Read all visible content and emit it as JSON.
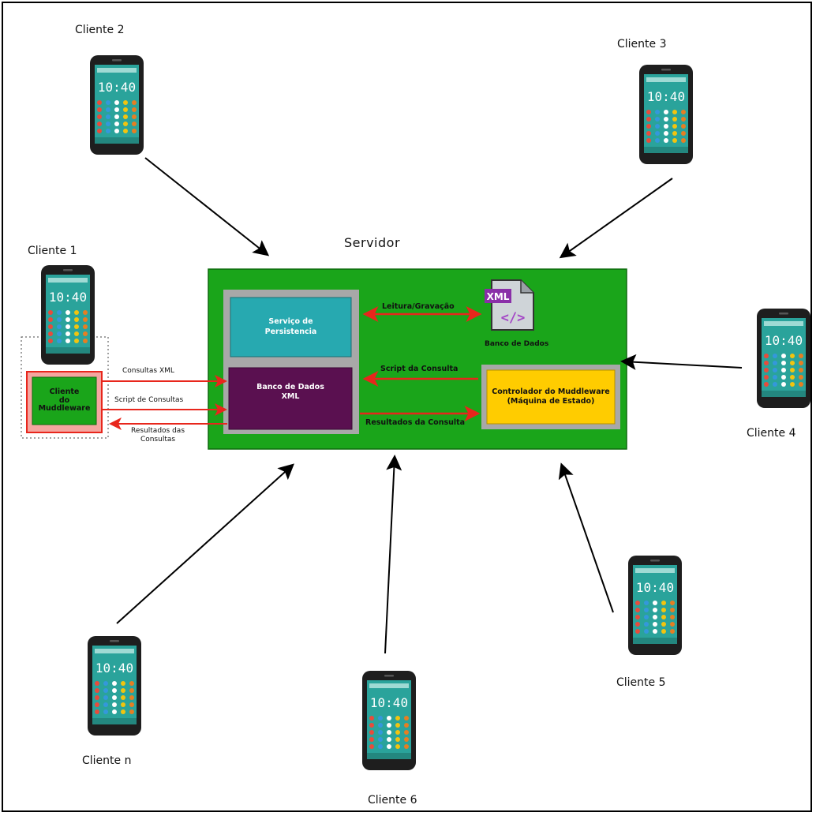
{
  "server": {
    "title": "Servidor",
    "persistence_label": "Serviço de Persistência",
    "persistence_line1": "Serviço de",
    "persistence_line2": "Persistencia",
    "xml_db_line1": "Banco de Dados",
    "xml_db_line2": "XML",
    "controller_line1": "Controlador do Muddleware",
    "controller_line2": "(Máquina de Estado)",
    "database_label": "Banco de Dados",
    "xml_badge": "XML",
    "read_write_label": "Leitura/Gravação",
    "script_label": "Script da Consulta",
    "results_label": "Resultados da Consulta"
  },
  "client1": {
    "name": "Cliente 1",
    "box_line1": "Cliente",
    "box_line2": "do",
    "box_line3": "Muddleware",
    "queries_label": "Consultas XML",
    "scripts_label": "Script de Consultas",
    "results_line1": "Resultados das",
    "results_line2": "Consultas"
  },
  "clients": {
    "c2": "Cliente 2",
    "c3": "Cliente 3",
    "c4": "Cliente 4",
    "c5": "Cliente 5",
    "c6": "Cliente 6",
    "cn": "Cliente n"
  },
  "phone": {
    "clock": "10:40"
  },
  "colors": {
    "server_green": "#1aa51a",
    "persistence_teal": "#27a9b0",
    "xml_db_purple": "#5a1050",
    "controller_yellow": "#ffcc00",
    "arrow_red": "#e8261c",
    "client_box_red": "#f4a6a0"
  }
}
